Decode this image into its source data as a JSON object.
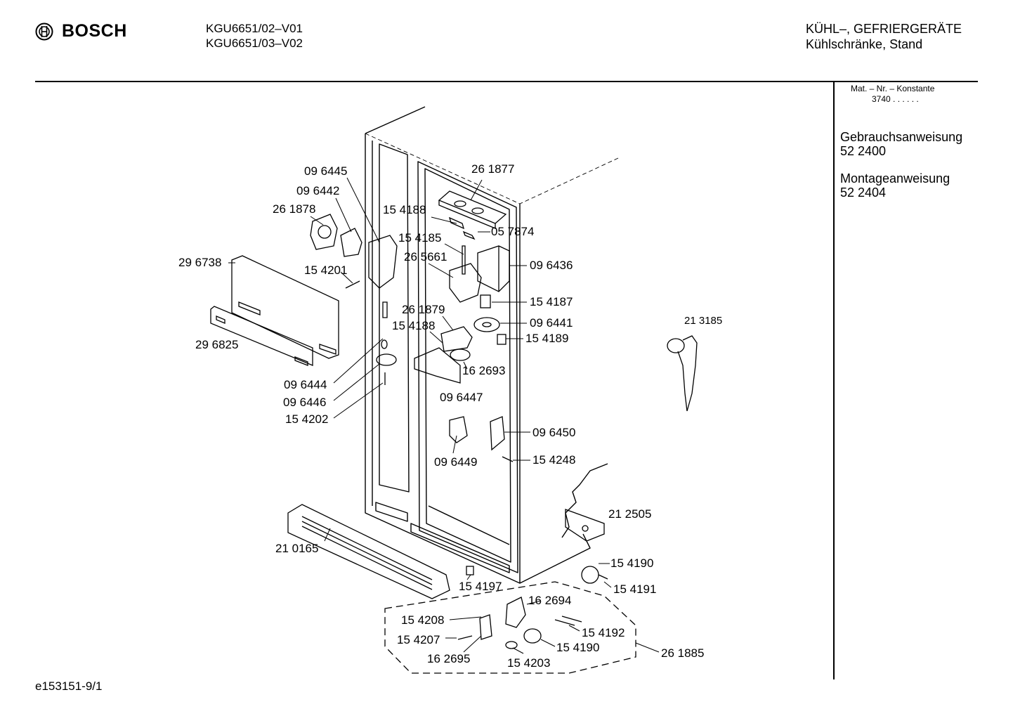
{
  "header": {
    "brand": "BOSCH",
    "models": [
      "KGU6651/02–V01",
      "KGU6651/03–V02"
    ],
    "category_line1": "KÜHL–, GEFRIERGERÄTE",
    "category_line2": "Kühlschränke, Stand"
  },
  "sidebar": {
    "matnr_label": "Mat. – Nr. – Konstante",
    "matnr_value": "3740  .  .  .  .  .  .",
    "doc1_title": "Gebrauchsanweisung",
    "doc1_number": "52 2400",
    "doc2_title": "Montageanweisung",
    "doc2_number": "52 2404"
  },
  "footer": {
    "code": "e153151-9/1"
  },
  "diagram": {
    "labels": [
      "09 6445",
      "09 6442",
      "26 1878",
      "29 6738",
      "15 4201",
      "29 6825",
      "26 1877",
      "15 4188",
      "05 7874",
      "15 4185",
      "26 5661",
      "09 6436",
      "15 4187",
      "26 1879",
      "15 4188",
      "09 6441",
      "15 4189",
      "16 2693",
      "09 6444",
      "09 6446",
      "15 4202",
      "09 6447",
      "09 6450",
      "09 6449",
      "15 4248",
      "21 3185",
      "21 2505",
      "21 0165",
      "15 4197",
      "15 4190",
      "15 4191",
      "16 2694",
      "15 4208",
      "15 4192",
      "15 4207",
      "15 4190",
      "16 2695",
      "15 4203",
      "26 1885"
    ]
  }
}
